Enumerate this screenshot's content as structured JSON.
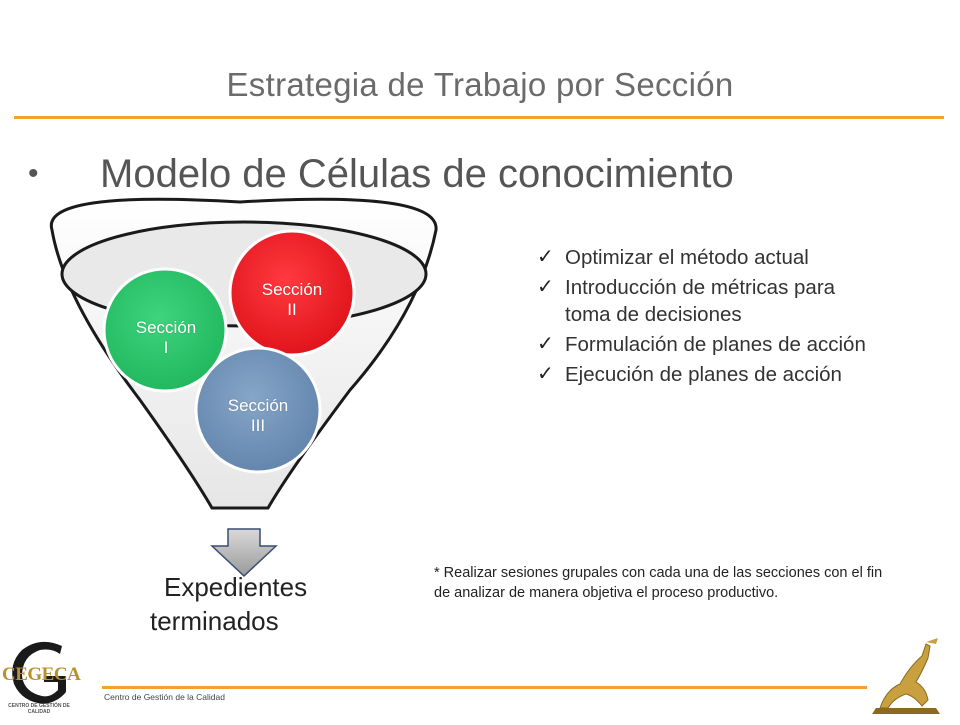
{
  "slide": {
    "title": "Estrategia de Trabajo por Sección",
    "bullet": "•",
    "subtitle": "Modelo de Células de conocimiento"
  },
  "funnel": {
    "circles": [
      {
        "label_line1": "Sección",
        "label_line2": "I",
        "color": "#2bc46b"
      },
      {
        "label_line1": "Sección",
        "label_line2": "II",
        "color": "#ee1c25"
      },
      {
        "label_line1": "Sección",
        "label_line2": "III",
        "color": "#6e92b8"
      }
    ],
    "output_line1": "Expedientes",
    "output_line2": "terminados"
  },
  "checklist": [
    "Optimizar el método actual",
    "Introducción de métricas para toma de decisiones",
    "Formulación de planes de acción",
    "Ejecución de planes de acción"
  ],
  "note": "* Realizar sesiones grupales con cada una de las secciones con el fin de analizar de manera objetiva el proceso productivo.",
  "footer": {
    "organization": "Centro de Gestión de la Calidad",
    "logo_text": "CEGECA",
    "logo_subtext": "CENTRO DE GESTIÓN DE CALIDAD"
  },
  "colors": {
    "accent": "#f2a12c",
    "title": "#6b6b6b"
  }
}
